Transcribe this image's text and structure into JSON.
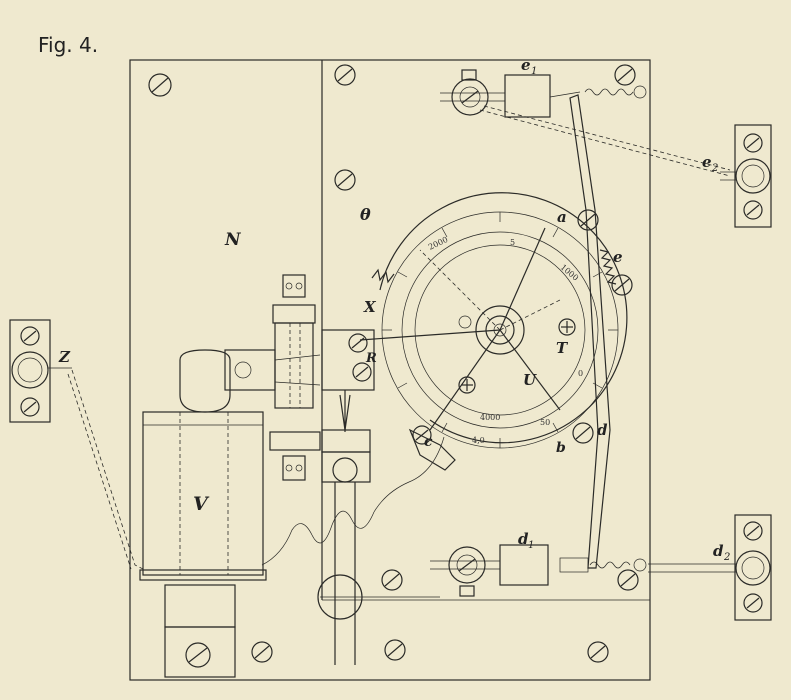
{
  "figure": {
    "title": "Fig. 4."
  },
  "labels": {
    "N": "N",
    "theta": "θ",
    "V": "V",
    "X": "X",
    "R": "R",
    "T": "T",
    "U": "U",
    "Z": "Z",
    "a": "a",
    "b": "b",
    "c": "c",
    "d": "d",
    "e": "e",
    "e1": "e",
    "e1_sub": "1",
    "e2": "e",
    "e2_sub": "2",
    "d1": "d",
    "d1_sub": "1",
    "d2": "d",
    "d2_sub": "2"
  },
  "scale_marks": [
    "2000",
    "1000",
    "4000",
    "4,0",
    "50",
    "0",
    "5"
  ]
}
